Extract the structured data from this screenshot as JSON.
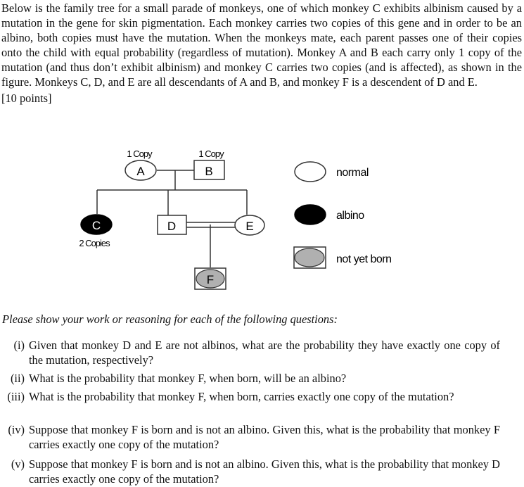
{
  "intro": {
    "paragraph": "Below is the family tree for a small parade of monkeys, one of which monkey C exhibits albinism caused by a mutation in the gene for skin pigmentation. Each monkey carries two copies of this gene and in order to be an albino, both copies must have the mutation. When the monkeys mate, each parent passes one of their copies onto the child with equal probability (regardless of mutation). Monkey A and B each carry only 1 copy of the mutation (and thus don’t exhibit albinism) and monkey C carries two copies (and is affected), as shown in the figure. Monkeys C, D, and E are all descendants of A and B, and monkey F is a descendent of D and E.",
    "points": "[10 points]"
  },
  "pedigree": {
    "A": {
      "label": "A",
      "note": "1 Copy"
    },
    "B": {
      "label": "B",
      "note": "1 Copy"
    },
    "C": {
      "label": "C",
      "note": "2 Copies"
    },
    "D": {
      "label": "D"
    },
    "E": {
      "label": "E"
    },
    "F": {
      "label": "F"
    },
    "legend": [
      {
        "shape": "open-circle",
        "label": "normal"
      },
      {
        "shape": "filled-circle",
        "label": "albino"
      },
      {
        "shape": "gray-circle",
        "label": "not yet born"
      }
    ],
    "colors": {
      "albino": "#000000",
      "not_yet_born": "#b0b0b0",
      "normal": "#ffffff"
    }
  },
  "instruction": "Please show your work or reasoning for each of the following questions:",
  "questions": [
    {
      "num": "(i)",
      "text": "Given that monkey D and E are not albinos, what are the probability they have exactly one copy of the mutation, respectively?"
    },
    {
      "num": "(ii)",
      "text": "What is the probability that monkey F, when born, will be an albino?"
    },
    {
      "num": "(iii)",
      "text": "What is the probability that monkey F, when born, carries exactly one copy of the mutation?"
    },
    {
      "num": "(iv)",
      "text": "Suppose that monkey F is born and is not an albino. Given this, what is the probability that monkey F carries exactly one copy of the mutation?"
    },
    {
      "num": "(v)",
      "text": "Suppose that monkey F is born and is not an albino. Given this, what is the probability that monkey D carries exactly one copy of the mutation?"
    }
  ]
}
